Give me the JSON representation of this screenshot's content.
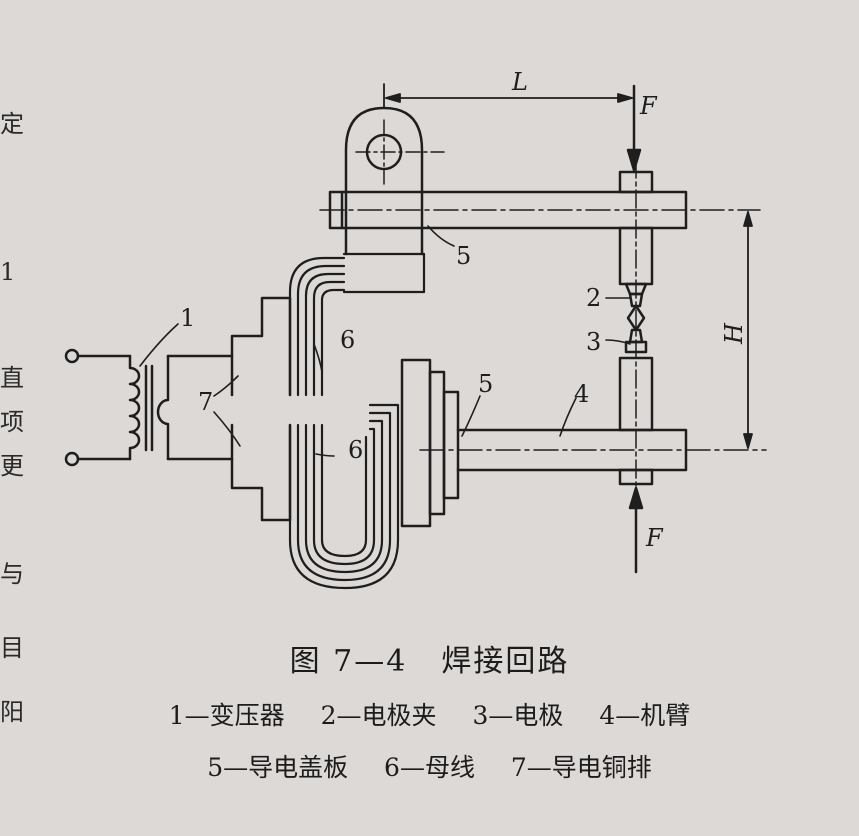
{
  "figure": {
    "number": "图 7—4",
    "title": "焊接回路"
  },
  "labels": {
    "l": "L",
    "f_top": "F",
    "f_bottom": "F",
    "h": "H",
    "n1": "1",
    "n2": "2",
    "n3": "3",
    "n4": "4",
    "n5a": "5",
    "n5b": "5",
    "n6a": "6",
    "n6b": "6",
    "n7a": "7",
    "n7b": "7"
  },
  "legend": {
    "row1": [
      "1—变压器",
      "2—电极夹",
      "3—电极",
      "4—机臂"
    ],
    "row2": [
      "5—导电盖板",
      "6—母线",
      "7—导电铜排"
    ]
  },
  "edge_text": [
    "定",
    "1",
    "直",
    "项",
    "更",
    "与",
    "目",
    "阳"
  ],
  "colors": {
    "paper": "#ddd9d6",
    "ink": "#1e1e1e"
  }
}
